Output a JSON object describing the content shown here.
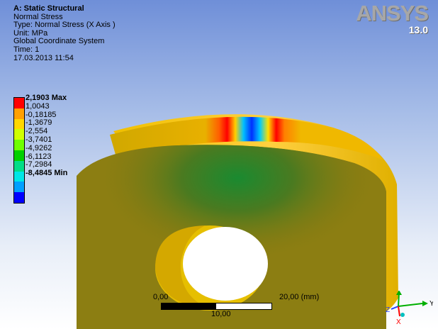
{
  "info": {
    "title": "A: Static Structural",
    "lines": [
      "Normal Stress",
      "Type: Normal Stress (X Axis )",
      "Unit: MPa",
      "Global Coordinate System",
      "Time: 1",
      "17.03.2013 11:54"
    ]
  },
  "logo": {
    "brand": "ANSYS",
    "version": "13.0"
  },
  "legend": {
    "max_label": "2,1903 Max",
    "values": [
      "1,0043",
      "-0,18185",
      "-1,3679",
      "-2,554",
      "-3,7401",
      "-4,9262",
      "-6,1123",
      "-7,2984"
    ],
    "min_label": "-8,4845 Min",
    "colors": [
      "#ff0000",
      "#ffa000",
      "#ffd700",
      "#d0ff00",
      "#6fff00",
      "#00d000",
      "#00dd88",
      "#00e6e6",
      "#00a0ff",
      "#0000ff"
    ]
  },
  "scale_bar": {
    "left_label": "0,00",
    "right_label": "20,00 (mm)",
    "mid_label": "10,00"
  },
  "triad": {
    "x_label": "X",
    "y_label": "Y",
    "z_label": "Z"
  }
}
